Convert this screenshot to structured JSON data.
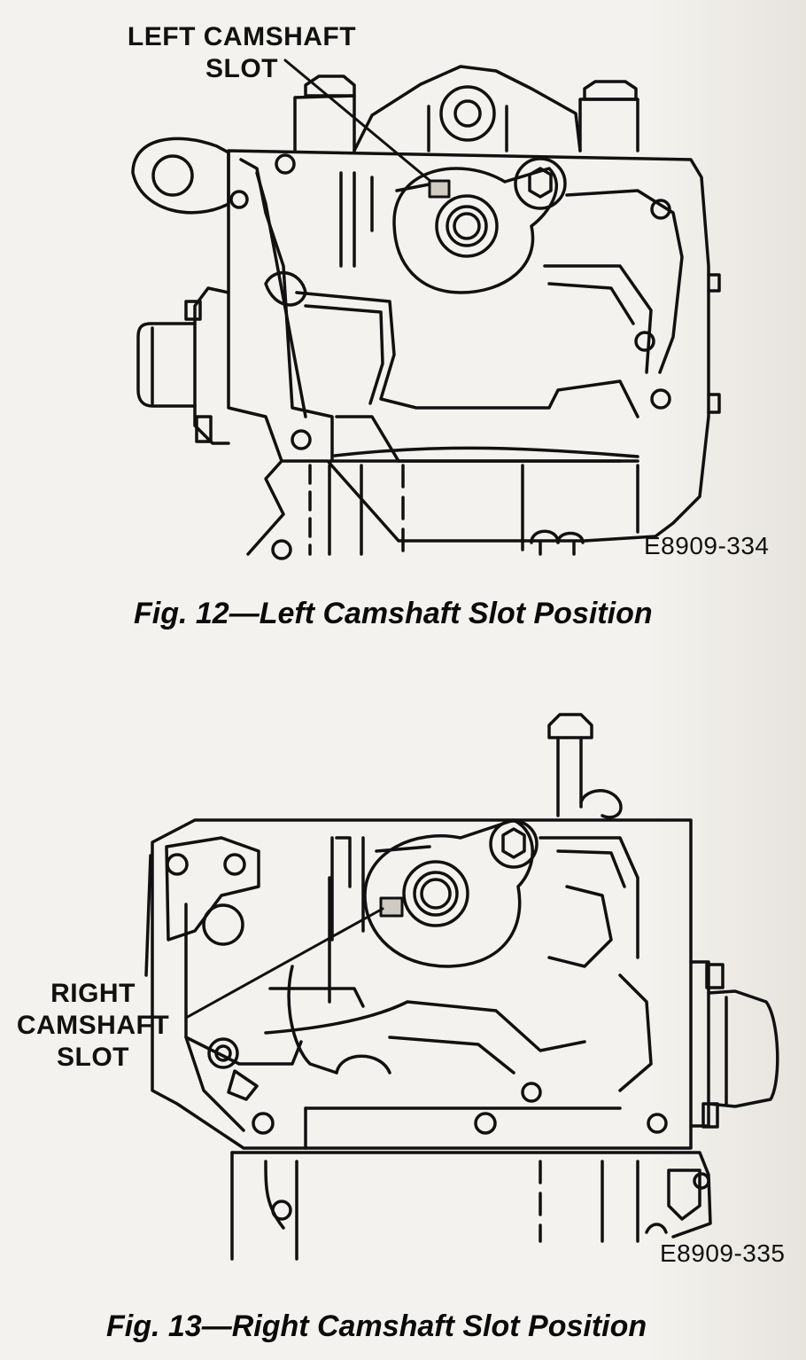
{
  "figures": [
    {
      "callout": "LEFT CAMSHAFT SLOT",
      "callout_lines": [
        "LEFT CAMSHAFT",
        "SLOT"
      ],
      "code": "E8909-334",
      "caption": "Fig. 12—Left Camshaft Slot Position"
    },
    {
      "callout": "RIGHT CAMSHAFT SLOT",
      "callout_lines": [
        "RIGHT",
        "CAMSHAFT",
        "SLOT"
      ],
      "code": "E8909-335",
      "caption": "Fig. 13—Right Camshaft Slot Position"
    }
  ],
  "colors": {
    "ink": "#111111",
    "paper": "#f4f2ee"
  }
}
